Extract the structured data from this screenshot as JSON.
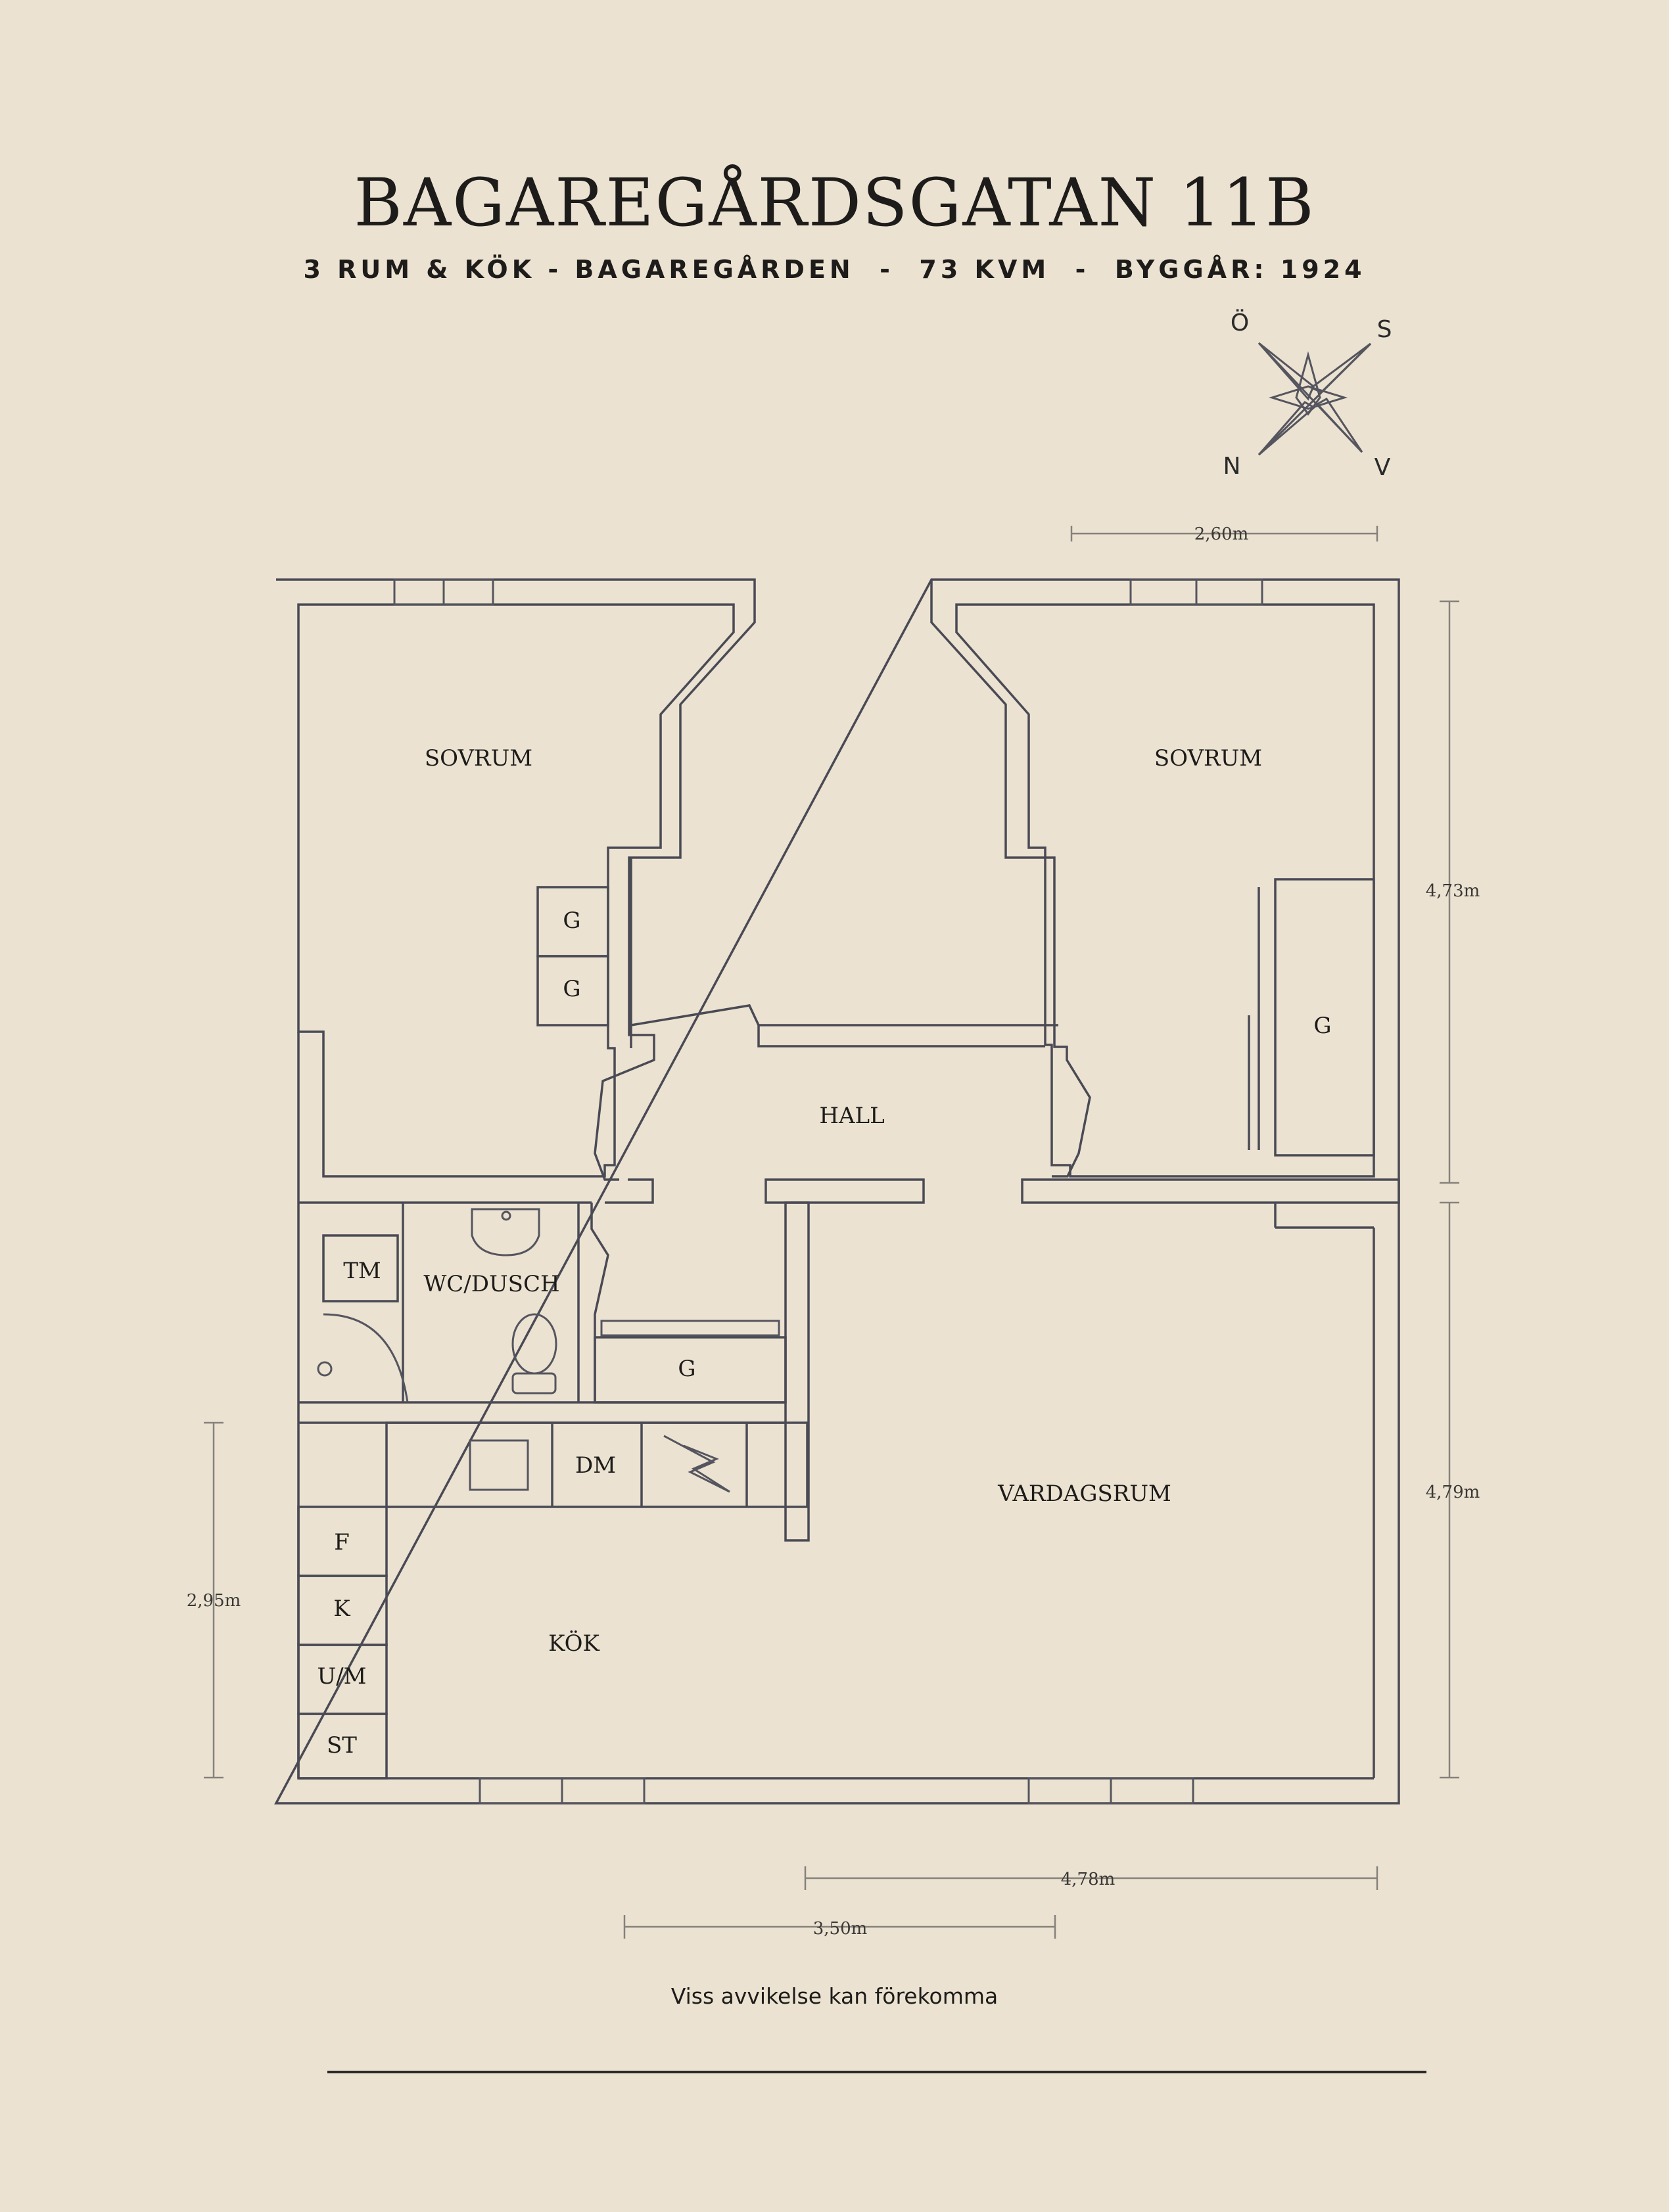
{
  "header": {
    "title": "BAGAREGÅRDSGATAN 11B",
    "subtitle": "3 RUM & KÖK - BAGAREGÅRDEN  -  73 KVM  -  BYGGÅR: 1924"
  },
  "compass": {
    "north": "N",
    "south": "S",
    "east": "Ö",
    "west": "V"
  },
  "rooms": {
    "bedroom_left": "SOVRUM",
    "bedroom_right": "SOVRUM",
    "hall": "HALL",
    "bathroom": "WC/DUSCH",
    "living_room": "VARDAGSRUM",
    "kitchen": "KÖK"
  },
  "fixtures": {
    "wardrobe_1": "G",
    "wardrobe_2": "G",
    "wardrobe_3": "G",
    "wardrobe_4": "G",
    "washer": "TM",
    "dishwasher": "DM",
    "fridge": "F",
    "cooler": "K",
    "oven_micro": "U/M",
    "stove": "ST"
  },
  "dimensions": {
    "top_right": "2,60m",
    "right_upper": "4,73m",
    "right_lower": "4,79m",
    "left": "2,95m",
    "bottom_right": "4,78m",
    "bottom_left": "3,50m"
  },
  "footer": {
    "disclaimer": "Viss avvikelse kan förekomma"
  }
}
